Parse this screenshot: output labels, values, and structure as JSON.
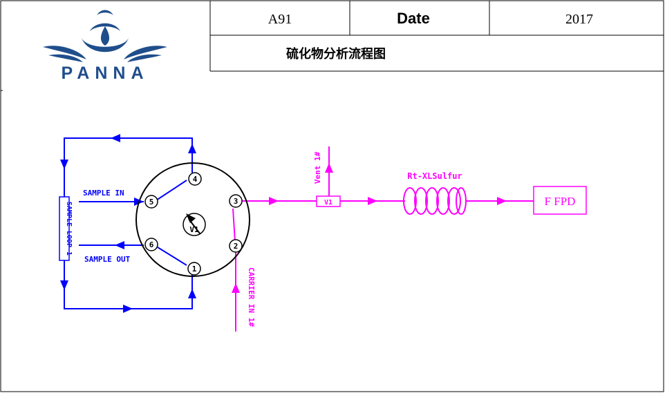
{
  "header": {
    "logo_text": "PANNA",
    "doc_code": "A91",
    "date_label": "Date",
    "date_value": "2017",
    "title": "硫化物分析流程图"
  },
  "diagram": {
    "valve_label": "V1",
    "port_labels": [
      "1",
      "2",
      "3",
      "4",
      "5",
      "6"
    ],
    "sample_in": "SAMPLE IN",
    "sample_out": "SAMPLE OUT",
    "sample_loop": "SAMPLE LOOP 1",
    "carrier_in": "CARRIER IN 1#",
    "vent": "Vent 1#",
    "inline_valve": "V1",
    "column": "Rt-XLSulfur",
    "detector": "F FPD"
  },
  "colors": {
    "sample_path": "#0000ff",
    "carrier_path": "#ff00ff",
    "outline": "#000000",
    "logo": "#1f4e8c"
  }
}
